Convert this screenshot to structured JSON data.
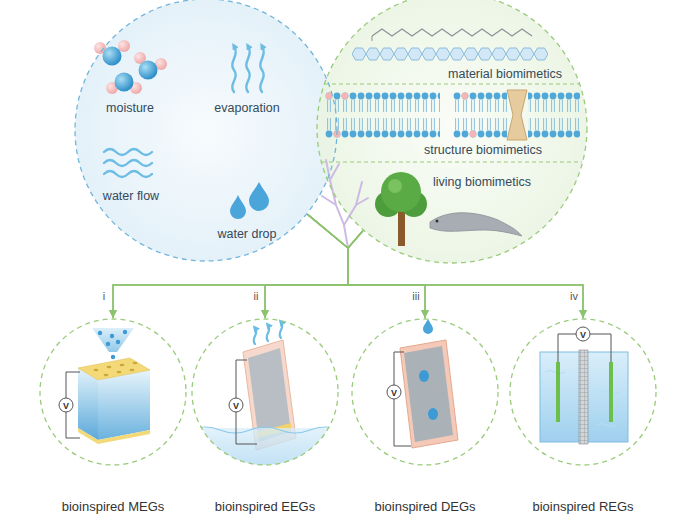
{
  "diagram": {
    "nodes": [
      {
        "text": [
          "moisture",
          "evaporation",
          "water flow",
          "water drop"
        ]
      },
      {
        "text": [
          "material biomimetics",
          "structure biomimetics",
          "living biomimetics"
        ]
      },
      {
        "text": [
          "i",
          "bioinspired MEGs"
        ]
      },
      {
        "text": [
          "ii",
          "bioinspired EEGs"
        ]
      },
      {
        "text": [
          "iii",
          "bioinspired DEGs"
        ]
      },
      {
        "text": [
          "iv",
          "bioinspired REGs"
        ]
      }
    ],
    "edges": [
      {
        "from": 0,
        "to": 2,
        "arrow": "to"
      },
      {
        "from": 0,
        "to": 3,
        "arrow": "to"
      },
      {
        "from": 0,
        "to": 4,
        "arrow": "to"
      },
      {
        "from": 0,
        "to": 5,
        "arrow": "to"
      },
      {
        "from": 1,
        "to": 2,
        "arrow": "to"
      },
      {
        "from": 1,
        "to": 3,
        "arrow": "to"
      },
      {
        "from": 1,
        "to": 4,
        "arrow": "to"
      },
      {
        "from": 1,
        "to": 5,
        "arrow": "to"
      }
    ],
    "labels": [
      "V",
      "V",
      "V",
      "V"
    ]
  }
}
